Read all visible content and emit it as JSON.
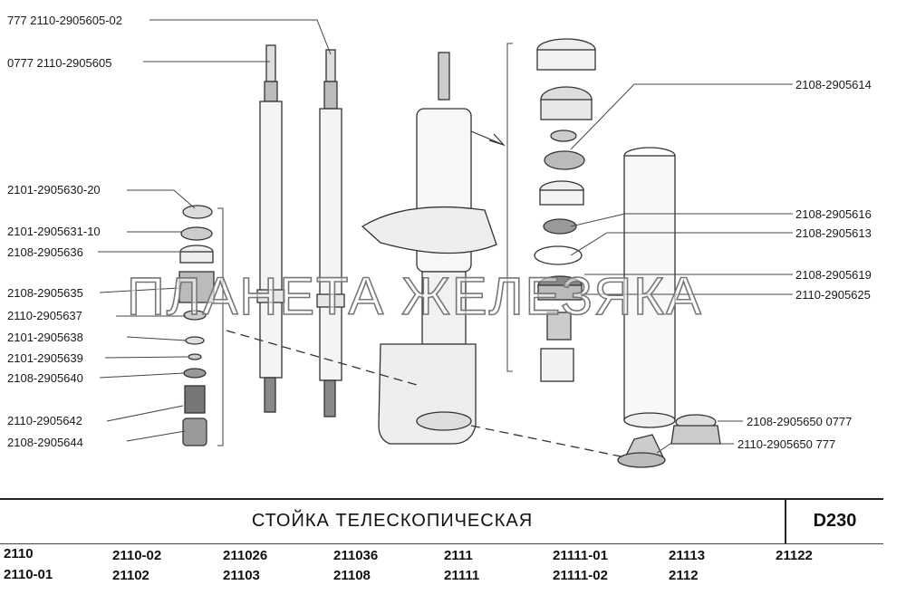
{
  "diagram": {
    "labels_left": [
      "777  2110-2905605-02",
      "0777  2110-2905605",
      "2101-2905630-20",
      "2101-2905631-10",
      "2108-2905636",
      "2108-2905635",
      "2110-2905637",
      "2101-2905638",
      "2101-2905639",
      "2108-2905640",
      "2110-2905642",
      "2108-2905644"
    ],
    "labels_right": [
      "2108-2905614",
      "2108-2905616",
      "2108-2905613",
      "2108-2905619",
      "2110-2905625",
      "2108-2905650  0777",
      "2110-2905650  777"
    ],
    "watermark": "ПЛАНЕТА ЖЕЛЕЗЯКА"
  },
  "title": "СТОЙКА  ТЕЛЕСКОПИЧЕСКАЯ",
  "page_code": "D230",
  "models": [
    [
      "2110",
      "2110-01"
    ],
    [
      "2110-02",
      "21102"
    ],
    [
      "211026",
      "21103"
    ],
    [
      "211036",
      "21108"
    ],
    [
      "2111",
      "21111"
    ],
    [
      "21111-01",
      "21111-02"
    ],
    [
      "21113",
      "2112"
    ],
    [
      "21122"
    ]
  ]
}
